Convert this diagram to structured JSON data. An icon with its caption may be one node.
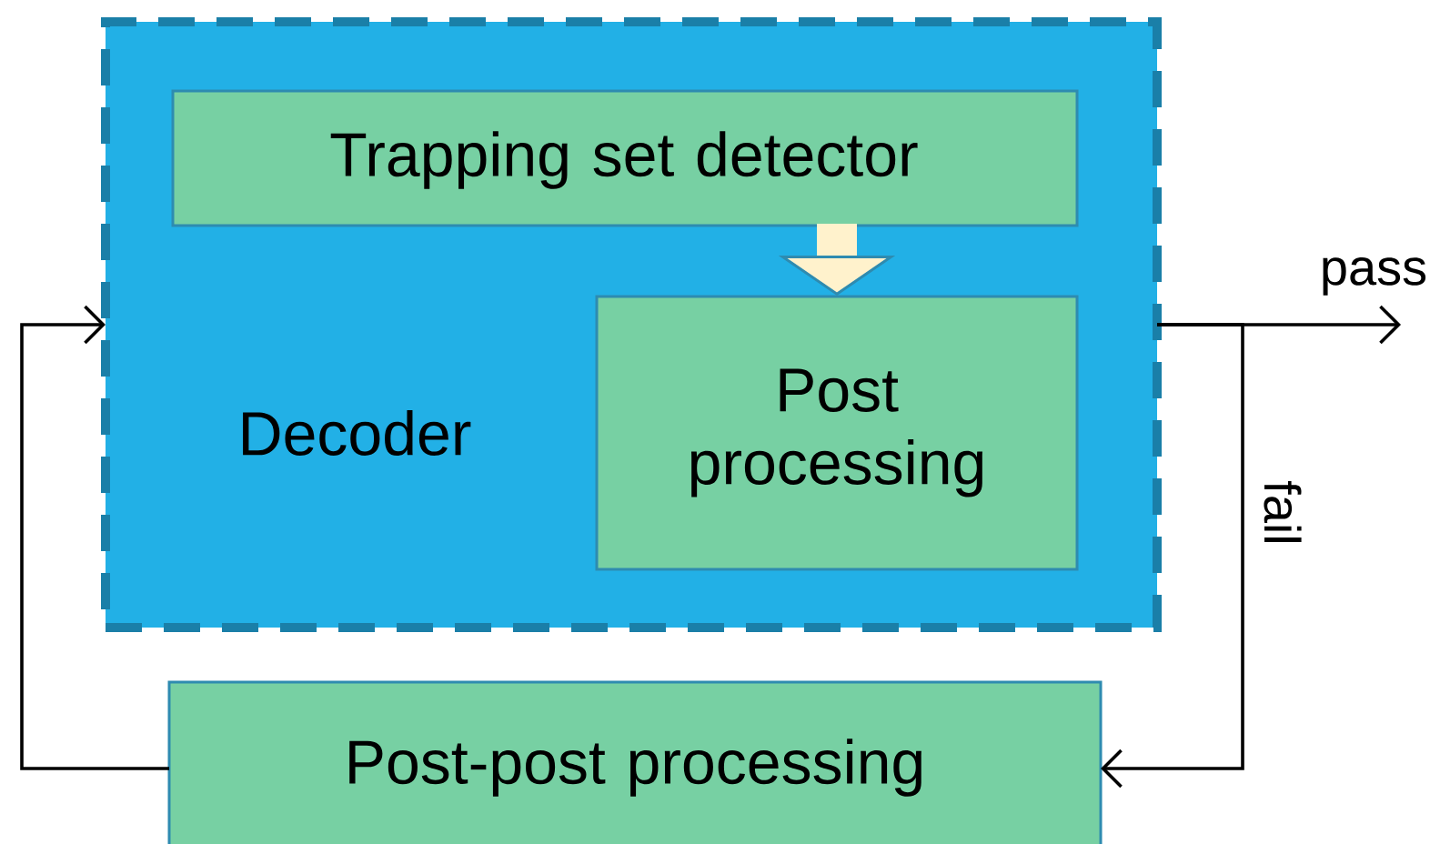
{
  "diagram": {
    "nodes": [
      {
        "text": [
          "Decoder"
        ]
      },
      {
        "text": [
          "Trapping set detector"
        ],
        "in": 0
      },
      {
        "text": [
          "Post processing"
        ],
        "in": 0
      },
      {
        "text": [
          "Post-post processing"
        ]
      }
    ],
    "edges": [
      {
        "from": 1,
        "to": 2,
        "arrow": "to",
        "style": "thick",
        "color": "#fff2cc"
      },
      {
        "from": 0,
        "to": null,
        "arrow": "to",
        "label": "pass"
      },
      {
        "from": 0,
        "to": 3,
        "arrow": "to",
        "label": "fail"
      },
      {
        "from": 3,
        "to": 0,
        "arrow": "to"
      }
    ]
  }
}
